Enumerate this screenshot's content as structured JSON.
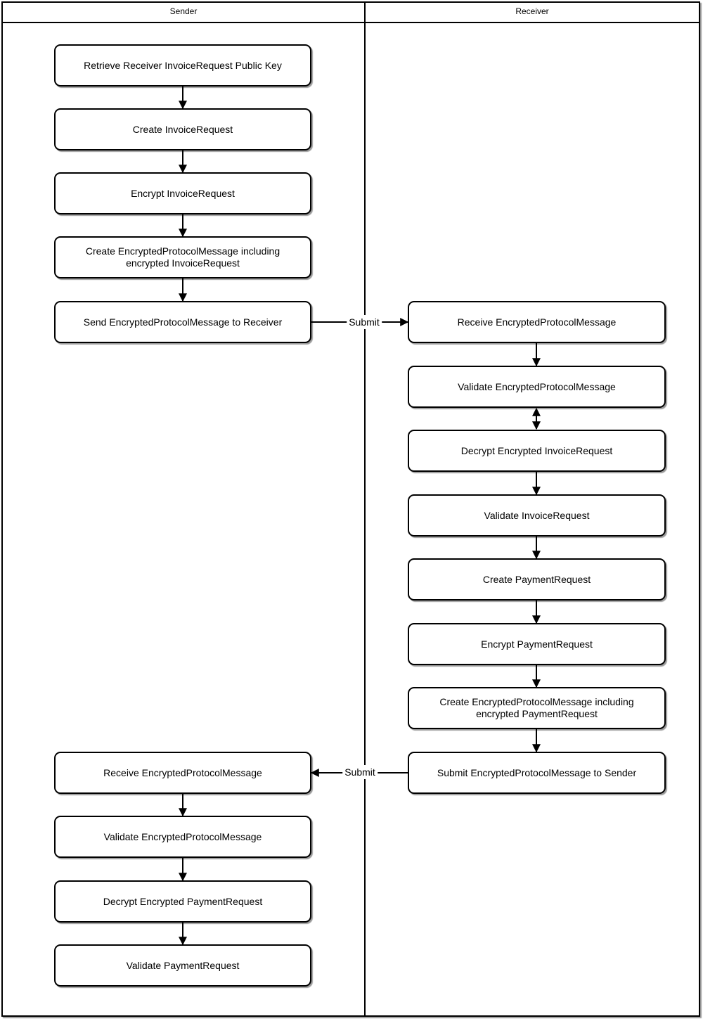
{
  "lanes": {
    "sender": {
      "label": "Sender",
      "nodes": [
        {
          "label": "Retrieve Receiver InvoiceRequest Public Key"
        },
        {
          "label": "Create InvoiceRequest"
        },
        {
          "label": "Encrypt InvoiceRequest"
        },
        {
          "label": "Create EncryptedProtocolMessage including encrypted InvoiceRequest"
        },
        {
          "label": "Send EncryptedProtocolMessage to Receiver"
        },
        {
          "label": "Receive EncryptedProtocolMessage"
        },
        {
          "label": "Validate EncryptedProtocolMessage"
        },
        {
          "label": "Decrypt Encrypted PaymentRequest"
        },
        {
          "label": "Validate PaymentRequest"
        }
      ]
    },
    "receiver": {
      "label": "Receiver",
      "nodes": [
        {
          "label": "Receive EncryptedProtocolMessage"
        },
        {
          "label": "Validate EncryptedProtocolMessage"
        },
        {
          "label": "Decrypt Encrypted InvoiceRequest"
        },
        {
          "label": "Validate InvoiceRequest"
        },
        {
          "label": "Create PaymentRequest"
        },
        {
          "label": "Encrypt PaymentRequest"
        },
        {
          "label": "Create EncryptedProtocolMessage including encrypted PaymentRequest"
        },
        {
          "label": "Submit EncryptedProtocolMessage to Sender"
        }
      ]
    }
  },
  "connectors": {
    "submit_to_receiver_label": "Submit",
    "submit_to_sender_label": "Submit"
  },
  "colors": {
    "line": "#000000",
    "node_fill": "#ffffff",
    "background": "#ffffff"
  }
}
